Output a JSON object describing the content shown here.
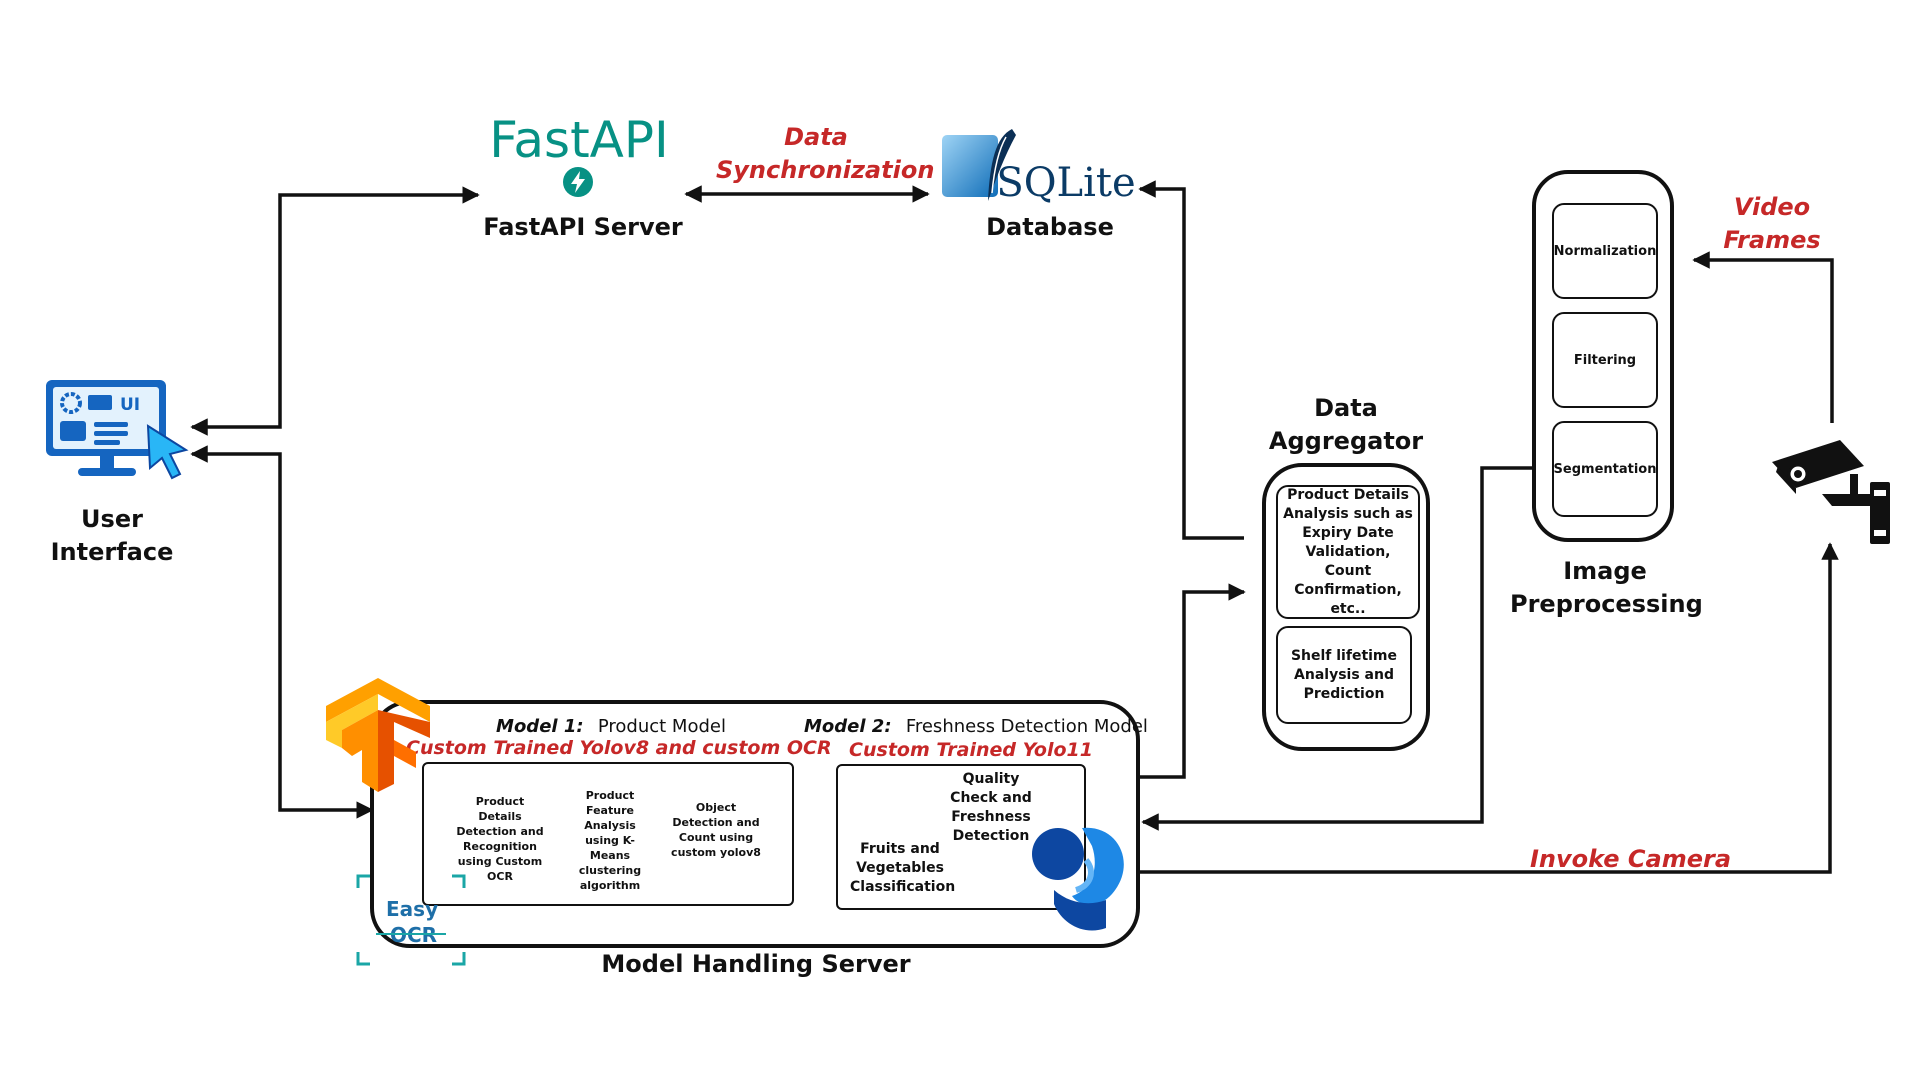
{
  "fastapi": {
    "logo_text": "FastAPI",
    "label": "FastAPI Server"
  },
  "sqlite": {
    "logo_text": "SQLite",
    "label": "Database"
  },
  "data_sync": {
    "line1": "Data",
    "line2": "Synchronization"
  },
  "user_interface": {
    "icon_text": "UI",
    "line1": "User",
    "line2": "Interface"
  },
  "data_aggregator": {
    "title1": "Data",
    "title2": "Aggregator",
    "item1": "Product Details Analysis such as Expiry Date Validation, Count Confirmation, etc..",
    "item2": "Shelf lifetime Analysis and Prediction"
  },
  "image_preprocessing": {
    "steps": [
      "Normalization",
      "Filtering",
      "Segmentation"
    ],
    "title1": "Image",
    "title2": "Preprocessing"
  },
  "video_frames": {
    "line1": "Video",
    "line2": "Frames"
  },
  "invoke_camera": "Invoke Camera",
  "model_server": {
    "label": "Model Handling Server",
    "model1": {
      "prefix": "Model 1:",
      "name": "Product Model",
      "subtitle": "Custom Trained Yolov8 and custom OCR",
      "items": [
        "Product Details Detection and Recognition using Custom OCR",
        "Product Feature Analysis using K-Means clustering algorithm",
        "Object Detection and Count using custom yolov8"
      ]
    },
    "model2": {
      "prefix": "Model 2:",
      "name": "Freshness Detection Model",
      "subtitle": "Custom Trained Yolo11",
      "items": [
        "Quality Check and Freshness Detection",
        "Fruits and Vegetables Classification"
      ]
    },
    "easyocr": {
      "line1": "Easy",
      "line2": "OCR"
    }
  },
  "colors": {
    "fastapi_teal": "#079184",
    "accent_red": "#c62828",
    "sqlite_blue": "#0f6db8",
    "tf_orange": "#f59c1b",
    "ui_blue": "#1565c0",
    "line": "#111111"
  },
  "icons": [
    "fastapi-bolt-icon",
    "sqlite-feather-icon",
    "ui-monitor-icon",
    "cctv-camera-icon",
    "tensorflow-logo-icon",
    "yolo-logo-icon",
    "easyocr-logo-icon"
  ]
}
